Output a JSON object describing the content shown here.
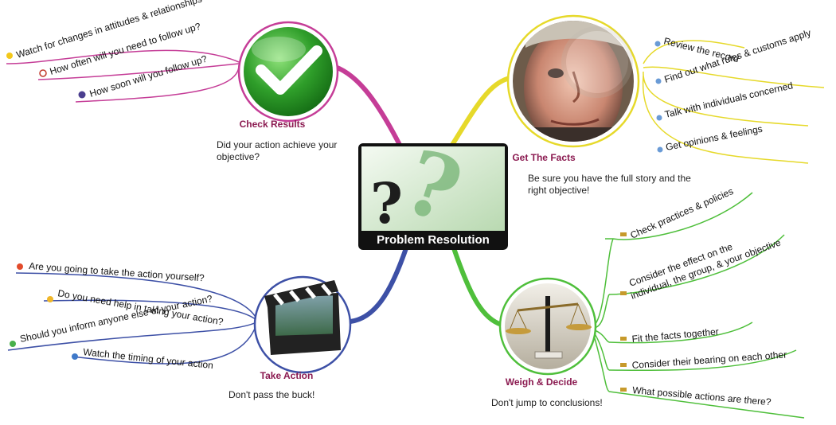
{
  "central": {
    "title": "Problem Resolution"
  },
  "colors": {
    "check": "#c53d97",
    "facts": "#e6d92a",
    "weigh": "#4fbf3b",
    "action": "#3d50a6",
    "title_text": "#8b1a50"
  },
  "topics": {
    "check": {
      "title": "Check Results",
      "note": "Did your action achieve your objective?",
      "items": [
        {
          "label": "Watch for changes in attitudes & relationships",
          "icon": "warning-icon"
        },
        {
          "label": "How often will you need to follow up?",
          "icon": "checklist-icon"
        },
        {
          "label": "How soon will you follow up?",
          "icon": "question-icon"
        }
      ]
    },
    "facts": {
      "title": "Get The Facts",
      "note": "Be sure you have the full story and the right objective!",
      "items": [
        {
          "label": "Review the record",
          "icon": "magnifier-icon"
        },
        {
          "label": "Find out what rules & customs apply",
          "icon": "magnifier-icon"
        },
        {
          "label": "Talk with individuals concerned",
          "icon": "magnifier-icon"
        },
        {
          "label": "Get opinions & feelings",
          "icon": "magnifier-icon"
        }
      ]
    },
    "weigh": {
      "title": "Weigh & Decide",
      "note": "Don't jump to conclusions!",
      "items": [
        {
          "label": "Check practices & policies",
          "icon": "pointing-hand-icon"
        },
        {
          "label": "Consider the effect on the individual, the group, & your objective",
          "line1": "Consider the effect on the",
          "line2": "individual, the group, & your objective",
          "icon": "pointing-hand-icon"
        },
        {
          "label": "Fit the facts together",
          "icon": "pointing-hand-icon"
        },
        {
          "label": "Consider their bearing on each other",
          "icon": "pointing-hand-icon"
        },
        {
          "label": "What possible actions are there?",
          "icon": "pointing-hand-icon"
        }
      ]
    },
    "action": {
      "title": "Take Action",
      "note": "Don't pass the buck!",
      "items": [
        {
          "label": "Are you going to take the action yourself?",
          "icon": "red-dot-icon"
        },
        {
          "label": "Do you need help in taking your action?",
          "icon": "yellow-dot-icon"
        },
        {
          "label": "Should you inform anyone else of your action?",
          "icon": "green-dot-icon"
        },
        {
          "label": "Watch the timing of your action",
          "icon": "blue-dot-icon"
        }
      ]
    }
  }
}
